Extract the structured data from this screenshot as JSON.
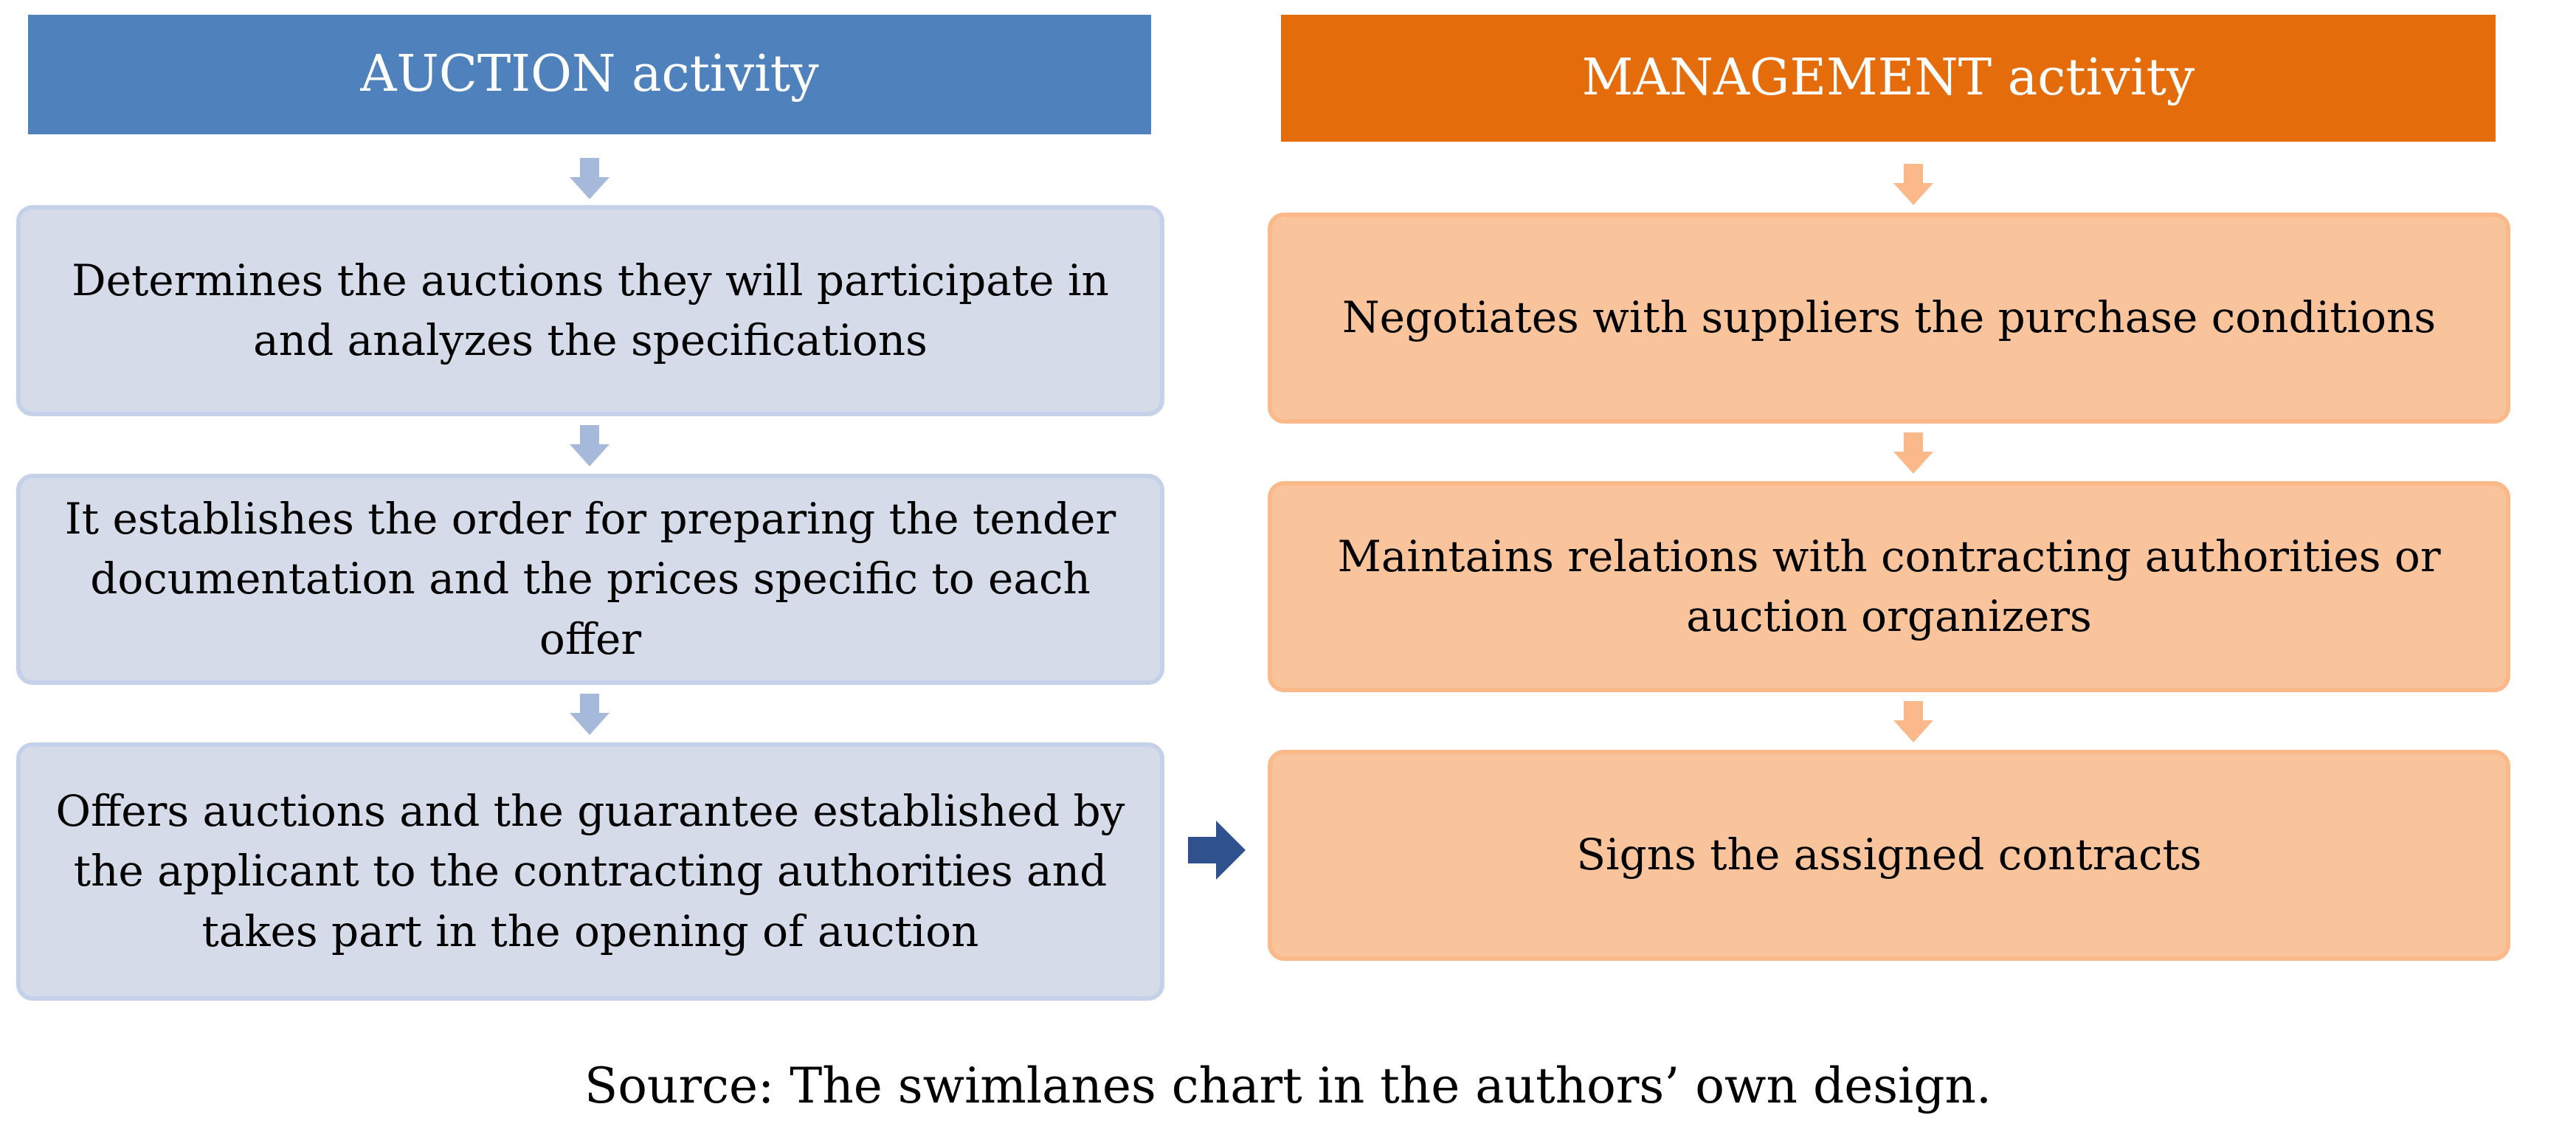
{
  "diagram": {
    "lanes": [
      {
        "title": "AUCTION activity",
        "color": "#4f81bd",
        "steps": [
          "Determines the auctions they will participate in and analyzes the specifications",
          "It establishes the order for preparing the tender documentation and the prices specific to each offer",
          "Offers auctions and the guarantee established by the applicant to the contracting authorities and takes part in the opening of auction"
        ]
      },
      {
        "title": "MANAGEMENT activity",
        "color": "#e46c0a",
        "steps": [
          "Negotiates with suppliers the purchase conditions",
          "Maintains relations with contracting authorities or auction organizers",
          "Signs the assigned contracts"
        ]
      }
    ],
    "colors": {
      "auction_box_fill": "#d5dbe8",
      "management_box_fill": "#f9c49b",
      "auction_arrow": "#a7b9da",
      "management_arrow": "#fbb98a",
      "cross_arrow": "#2f528f"
    }
  },
  "caption": "Source: The swimlanes chart in the authors’ own design."
}
